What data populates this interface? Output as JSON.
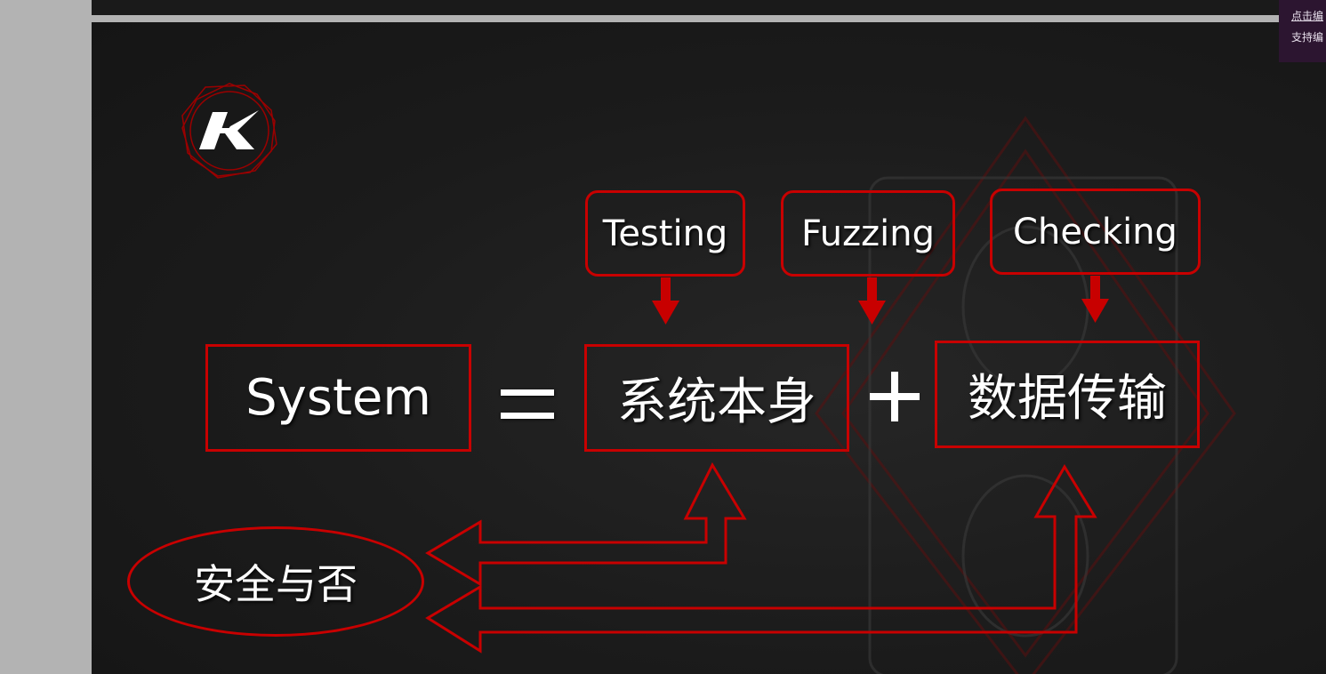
{
  "slide": {
    "top_labels": [
      "Testing",
      "Fuzzing",
      "Checking"
    ],
    "system_label": "System",
    "part1_label": "系统本身",
    "part2_label": "数据传输",
    "result_label": "安全与否"
  },
  "notice": {
    "line1": "点击编",
    "line2": "支持编"
  },
  "colors": {
    "accent_red": "#c80000",
    "slide_bg": "#1b1b1b",
    "page_bg": "#b3b3b3"
  },
  "icons": [
    "k-logo-icon",
    "down-arrow-icon",
    "up-arrow-icon",
    "left-arrow-icon",
    "equals-sign-icon",
    "plus-sign-icon"
  ]
}
